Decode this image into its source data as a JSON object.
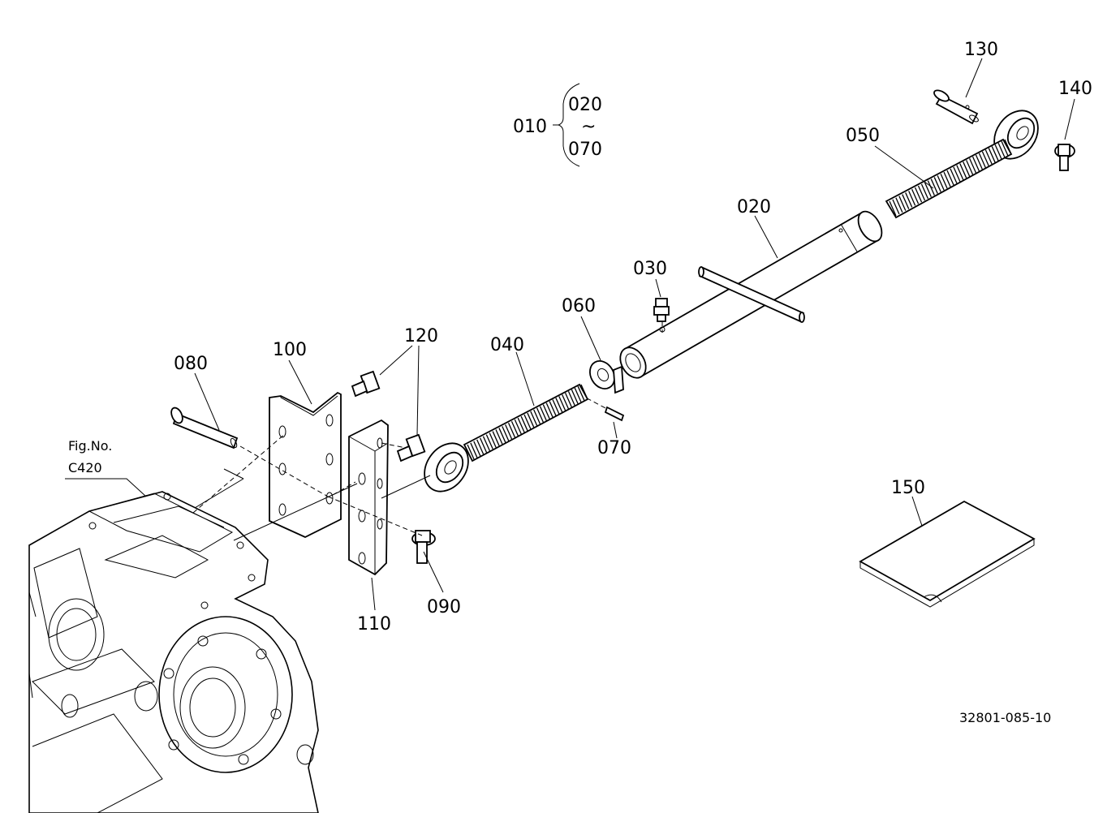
{
  "diagram": {
    "callouts": {
      "p010": "010",
      "p020_top": "020",
      "tilde": "~",
      "p070_top": "070",
      "p130": "130",
      "p140": "140",
      "p050": "050",
      "p020": "020",
      "p030": "030",
      "p060": "060",
      "p040": "040",
      "p120": "120",
      "p100": "100",
      "p080": "080",
      "p070": "070",
      "p110": "110",
      "p090": "090",
      "p150": "150"
    },
    "fig_ref_line1": "Fig.No.",
    "fig_ref_line2": "C420",
    "drawing_number": "32801-085-10"
  }
}
